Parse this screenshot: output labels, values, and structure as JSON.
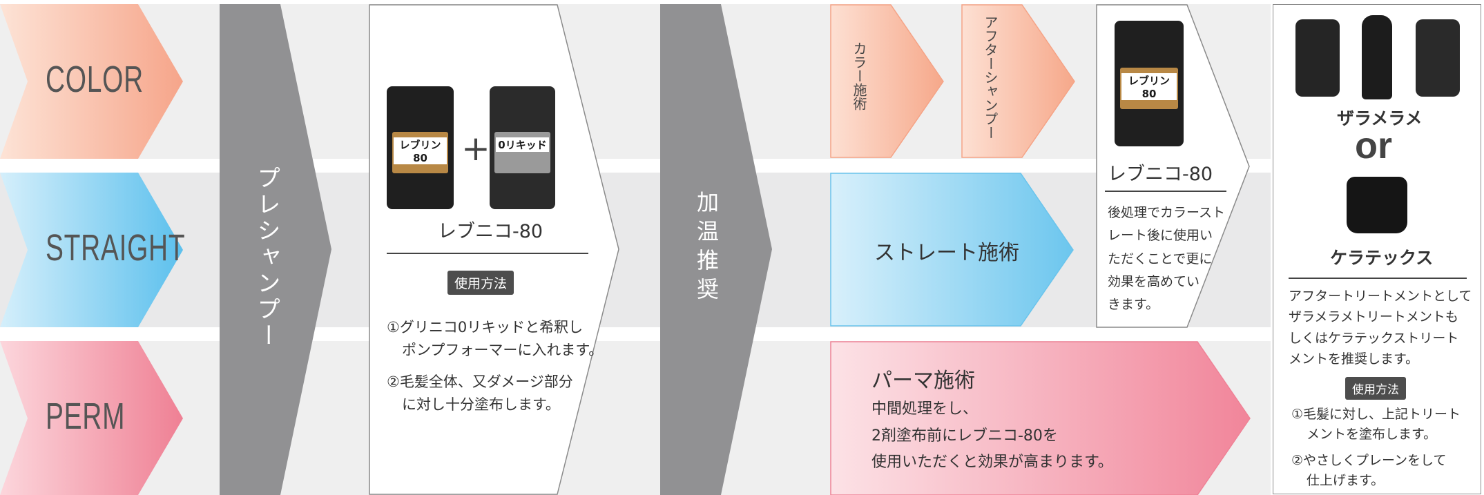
{
  "categories": [
    {
      "label": "COLOR",
      "color": "#f6a88a"
    },
    {
      "label": "STRAIGHT",
      "color": "#6cc6ee"
    },
    {
      "label": "PERM",
      "color": "#f1859a"
    }
  ],
  "pre_shampoo": {
    "label": "プレシャンプー"
  },
  "step1": {
    "product": "レブニコ-80",
    "plus": "+",
    "pack_a_label": "レブリン80",
    "pack_b_label": "0リキッド",
    "usage_title": "使用方法",
    "steps": [
      "①グリニコ0リキッドと希釈し",
      "ポンプフォーマーに入れます。",
      "②毛髪全体、又ダメージ部分",
      "に対し十分塗布します。"
    ]
  },
  "heating": {
    "label": "加温推奨"
  },
  "color_flow": {
    "color_treatment": "カラー施術",
    "after_shampoo": "アフターシャンプー",
    "product": "レブニコ-80",
    "pack_label": "レブリン80",
    "note": [
      "後処理でカラースト",
      "レート後に使用い",
      "ただくことで更に",
      "効果を高めてい",
      "きます。"
    ]
  },
  "straight_flow": {
    "label": "ストレート施術"
  },
  "perm_flow": {
    "title": "パーマ施術",
    "lines": [
      "中間処理をし、",
      "2剤塗布前にレブニコ-80を",
      "使用いただくと効果が高まります。"
    ]
  },
  "after_treatment": {
    "product_a": "ザラメラメ",
    "or": "or",
    "product_b": "ケラテックス",
    "description": [
      "アフタートリートメントとして",
      "ザラメラメトリートメントも",
      "しくはケラテックストリート",
      "メントを推奨します。"
    ],
    "usage_title": "使用方法",
    "steps": [
      "①毛髪に対し、上記トリート",
      "メントを塗布します。",
      "②やさしくプレーンをして",
      "仕上げます。"
    ]
  }
}
